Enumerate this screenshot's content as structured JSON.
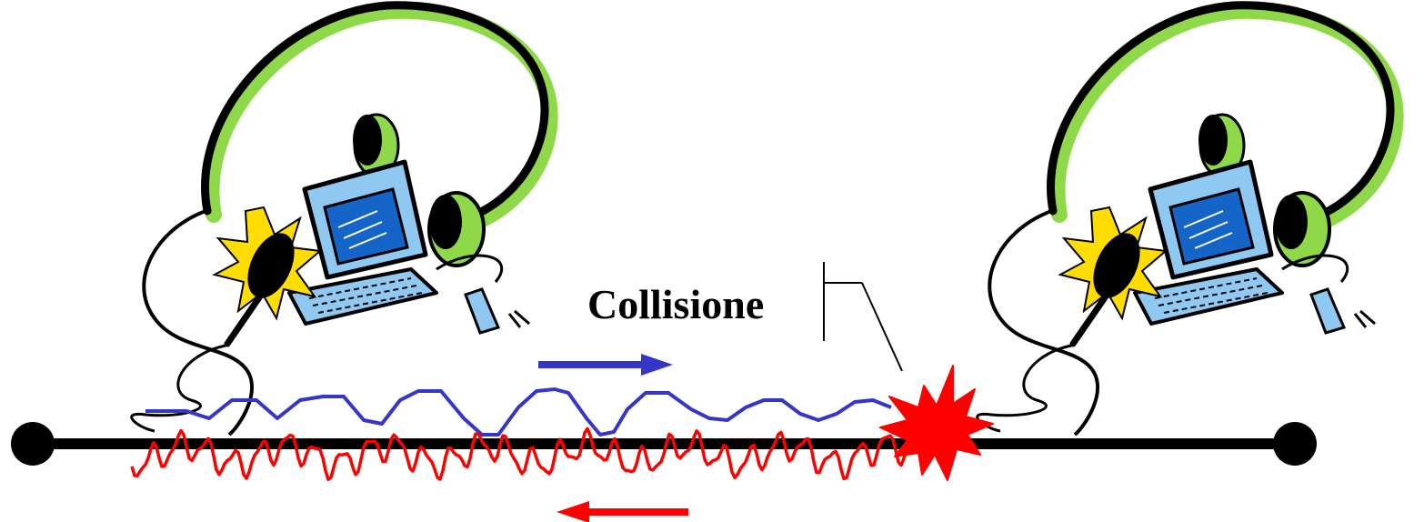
{
  "callout": {
    "label": "Collisione"
  },
  "stations": [
    {
      "id": "left",
      "icon": "computer-with-headset-and-microphone"
    },
    {
      "id": "right",
      "icon": "computer-with-headset-and-microphone"
    }
  ],
  "signals": {
    "forward": {
      "direction": "right",
      "color": "#3535c8"
    },
    "backward": {
      "direction": "left",
      "color": "#ff0000"
    }
  },
  "collision": {
    "icon": "explosion-burst",
    "color": "#ff0000"
  },
  "colors": {
    "bus": "#000000",
    "monitor": "#8fc8f0",
    "screen": "#1565c8",
    "headphone": "#8ed84a",
    "spark": "#ffdd00"
  }
}
